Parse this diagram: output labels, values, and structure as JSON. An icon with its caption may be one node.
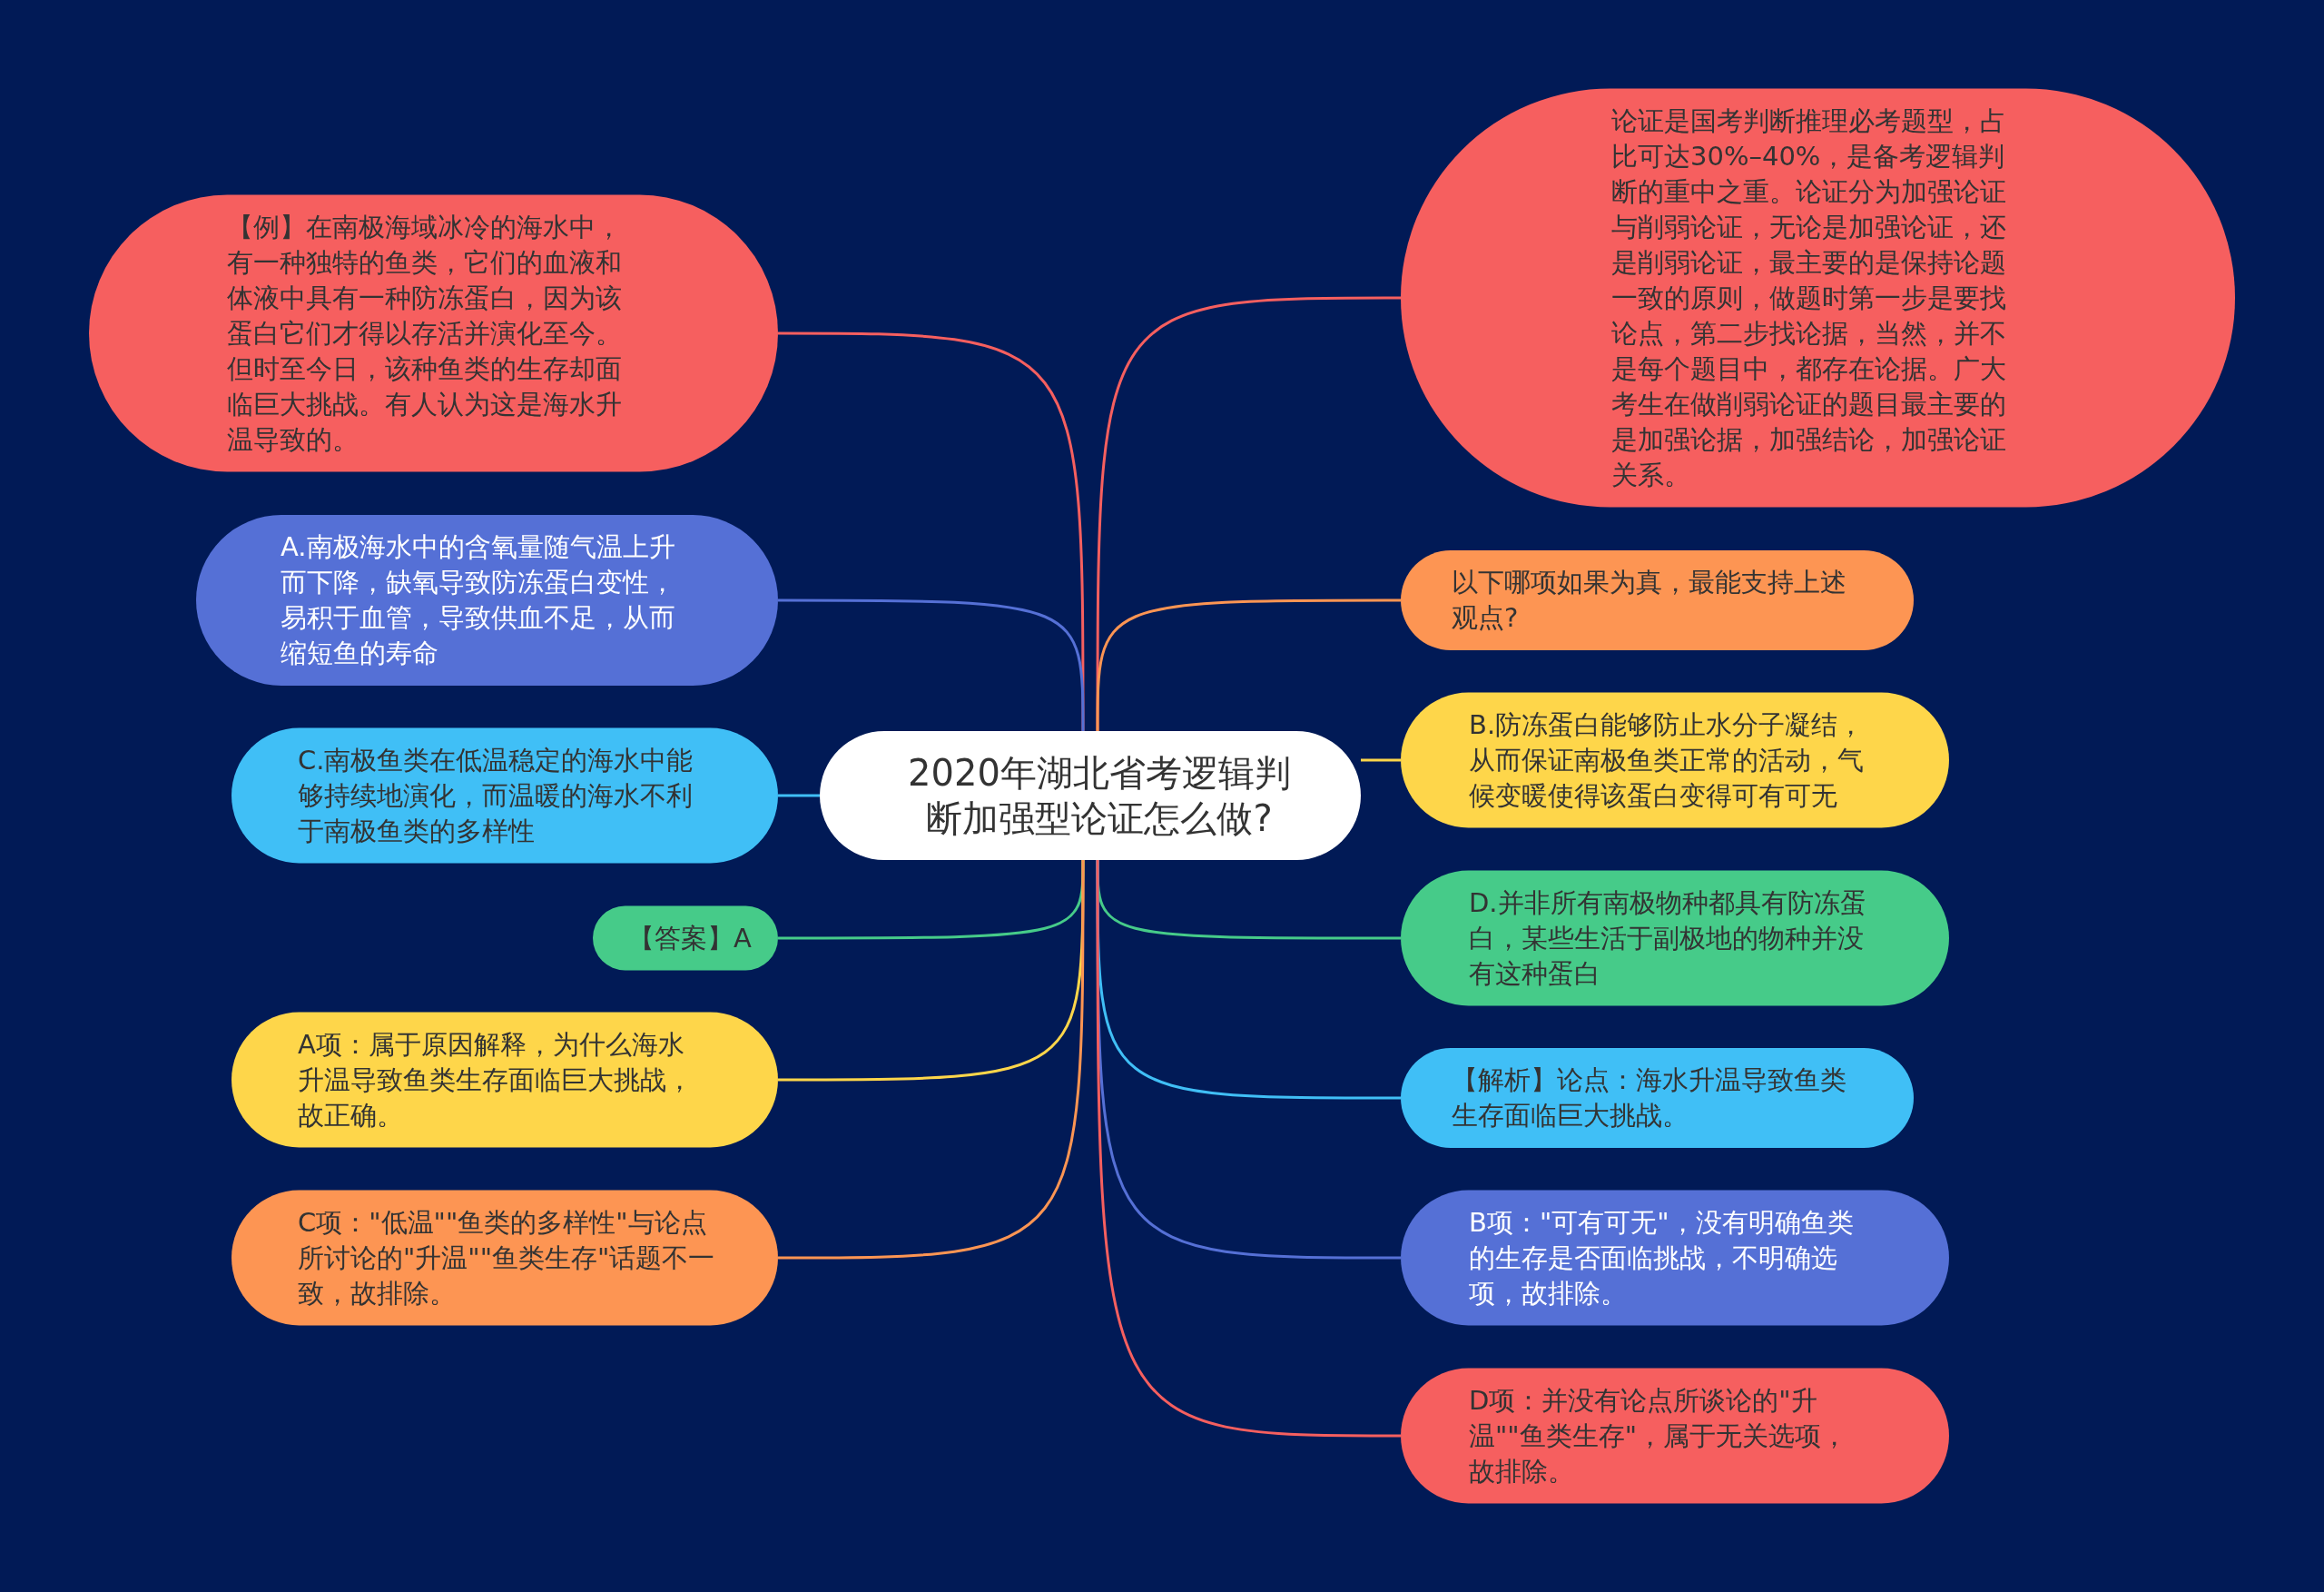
{
  "diagram": {
    "nodes": [
      {
        "text": [
          "2020年湖北省考逻辑判断加强型论证怎么做?"
        ]
      },
      {
        "text": [
          "【例】在南极海域冰冷的海水中，有一种独特的鱼类，它们的血液和体液中具有一种防冻蛋白，因为该蛋白它们才得以存活并演化至今。但时至今日，该种鱼类的生存却面临巨大挑战。有人认为这是海水升温导致的。"
        ]
      },
      {
        "text": [
          "A.南极海水中的含氧量随气温上升而下降，缺氧导致防冻蛋白变性，易积于血管，导致供血不足，从而缩短鱼的寿命"
        ]
      },
      {
        "text": [
          "C.南极鱼类在低温稳定的海水中能够持续地演化，而温暖的海水不利于南极鱼类的多样性"
        ]
      },
      {
        "text": [
          "【答案】A"
        ]
      },
      {
        "text": [
          "A项：属于原因解释，为什么海水升温导致鱼类生存面临巨大挑战，故正确。"
        ]
      },
      {
        "text": [
          "C项：\"低温\"\"鱼类的多样性\"与论点所讨论的\"升温\"\"鱼类生存\"话题不一致，故排除。"
        ]
      },
      {
        "text": [
          "论证是国考判断推理必考题型，占比可达30%–40%，是备考逻辑判断的重中之重。论证分为加强论证与削弱论证，无论是加强论证，还是削弱论证，最主要的是保持论题一致的原则，做题时第一步是要找论点，第二步找论据，当然，并不是每个题目中，都存在论据。广大考生在做削弱论证的题目最主要的是加强论据，加强结论，加强论证关系。"
        ]
      },
      {
        "text": [
          "以下哪项如果为真，最能支持上述观点?"
        ]
      },
      {
        "text": [
          "B.防冻蛋白能够防止水分子凝结，从而保证南极鱼类正常的活动，气候变暖使得该蛋白变得可有可无"
        ]
      },
      {
        "text": [
          "D.并非所有南极物种都具有防冻蛋白，某些生活于副极地的物种并没有这种蛋白"
        ]
      },
      {
        "text": [
          "【解析】论点：海水升温导致鱼类生存面临巨大挑战。"
        ]
      },
      {
        "text": [
          "B项：\"可有可无\"，没有明确鱼类的生存是否面临挑战，不明确选项，故排除。"
        ]
      },
      {
        "text": [
          "D项：并没有论点所谈论的\"升温\"\"鱼类生存\"，属于无关选项，故排除。"
        ]
      }
    ],
    "edges": [
      {
        "from": 0,
        "to": 1,
        "arrow": "none",
        "color": "#f65f5f"
      },
      {
        "from": 0,
        "to": 2,
        "arrow": "none",
        "color": "#5570d6"
      },
      {
        "from": 0,
        "to": 3,
        "arrow": "none",
        "color": "#40bff6"
      },
      {
        "from": 0,
        "to": 4,
        "arrow": "none",
        "color": "#46cb89"
      },
      {
        "from": 0,
        "to": 5,
        "arrow": "none",
        "color": "#fed64a"
      },
      {
        "from": 0,
        "to": 6,
        "arrow": "none",
        "color": "#fd9553"
      },
      {
        "from": 0,
        "to": 7,
        "arrow": "none",
        "color": "#f65f5f"
      },
      {
        "from": 0,
        "to": 8,
        "arrow": "none",
        "color": "#fd9553"
      },
      {
        "from": 0,
        "to": 9,
        "arrow": "none",
        "color": "#fed64a"
      },
      {
        "from": 0,
        "to": 10,
        "arrow": "none",
        "color": "#46cb89"
      },
      {
        "from": 0,
        "to": 11,
        "arrow": "none",
        "color": "#40bff6"
      },
      {
        "from": 0,
        "to": 12,
        "arrow": "none",
        "color": "#5570d6"
      },
      {
        "from": 0,
        "to": 13,
        "arrow": "none",
        "color": "#f65f5f"
      }
    ]
  }
}
